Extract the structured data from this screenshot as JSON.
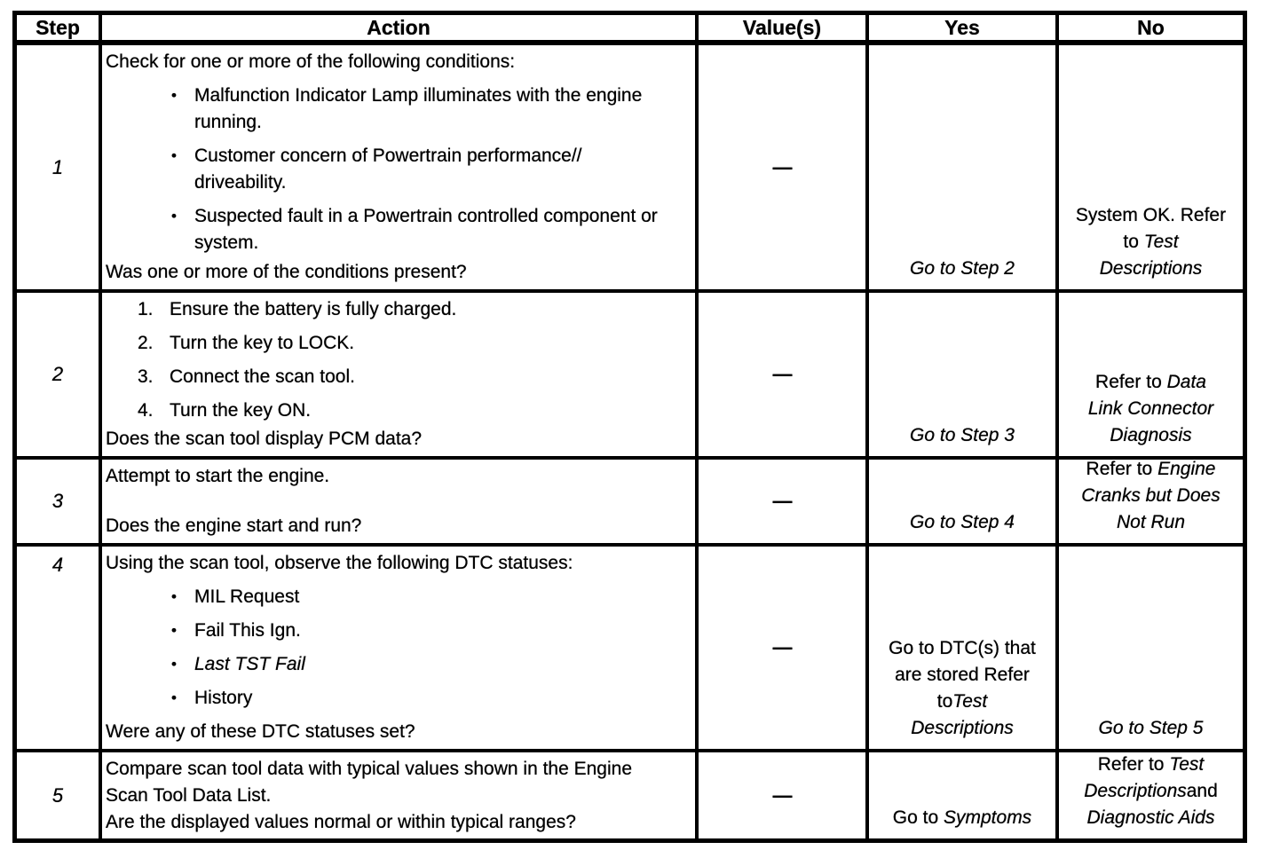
{
  "document_type": "diagnostic-step-table",
  "table": {
    "headers": [
      "Step",
      "Action",
      "Value(s)",
      "Yes",
      "No"
    ],
    "rows": [
      {
        "step": "1",
        "action": [
          {
            "k": "p",
            "segs": [
              [
                "Check for one or more of the following conditions:",
                0
              ]
            ]
          },
          {
            "k": "b",
            "segs": [
              [
                "Malfunction Indicator Lamp illuminates with the engine running.",
                0
              ]
            ]
          },
          {
            "k": "b",
            "segs": [
              [
                "Customer concern of Powertrain performance//​driveability.",
                0
              ]
            ]
          },
          {
            "k": "b",
            "segs": [
              [
                "Suspected fault in a Powertrain controlled component or system.",
                0
              ]
            ]
          },
          {
            "k": "q",
            "segs": [
              [
                "Was one or more of the conditions present?",
                0
              ]
            ]
          }
        ],
        "value": "—",
        "yes": [
          [
            [
              "Go to Step 2",
              1
            ]
          ]
        ],
        "no": [
          [
            [
              "System OK. Refer",
              0
            ]
          ],
          [
            [
              "to ",
              0
            ],
            [
              "Test",
              1
            ]
          ],
          [
            [
              "Descriptions",
              1
            ]
          ]
        ]
      },
      {
        "step": "2",
        "action": [
          {
            "k": "n",
            "n": "1.",
            "segs": [
              [
                "Ensure the battery is fully charged.",
                0
              ]
            ]
          },
          {
            "k": "n",
            "n": "2.",
            "segs": [
              [
                "Turn the key to LOCK.",
                0
              ]
            ]
          },
          {
            "k": "n",
            "n": "3.",
            "segs": [
              [
                "Connect the scan tool.",
                0
              ]
            ]
          },
          {
            "k": "n",
            "n": "4.",
            "segs": [
              [
                "Turn the key ON.",
                0
              ]
            ]
          },
          {
            "k": "q",
            "segs": [
              [
                "Does the scan tool display PCM data?",
                0
              ]
            ]
          }
        ],
        "value": "—",
        "yes": [
          [
            [
              "Go to Step 3",
              1
            ]
          ]
        ],
        "no": [
          [
            [
              "Refer to ",
              0
            ],
            [
              "Data",
              1
            ]
          ],
          [
            [
              "Link Connector",
              1
            ]
          ],
          [
            [
              "Diagnosis",
              1
            ]
          ]
        ]
      },
      {
        "step": "3",
        "action": [
          {
            "k": "p",
            "segs": [
              [
                "Attempt to start the engine.",
                0
              ]
            ]
          },
          {
            "k": "q",
            "segs": [
              [
                "Does the engine start and run?",
                0
              ]
            ]
          }
        ],
        "value": "—",
        "yes": [
          [
            [
              "Go to Step 4",
              1
            ]
          ]
        ],
        "no": [
          [
            [
              "Refer to ",
              0
            ],
            [
              "Engine",
              1
            ]
          ],
          [
            [
              "Cranks but Does",
              1
            ]
          ],
          [
            [
              "Not Run",
              1
            ]
          ]
        ]
      },
      {
        "step": "4",
        "action": [
          {
            "k": "p",
            "segs": [
              [
                "Using the scan tool, observe the following DTC statuses:",
                0
              ]
            ]
          },
          {
            "k": "b",
            "segs": [
              [
                "MIL Request",
                0
              ]
            ]
          },
          {
            "k": "b",
            "segs": [
              [
                "Fail This Ign.",
                0
              ]
            ]
          },
          {
            "k": "b",
            "segs": [
              [
                "Last TST Fail",
                1
              ]
            ]
          },
          {
            "k": "b",
            "segs": [
              [
                "History",
                0
              ]
            ]
          },
          {
            "k": "q",
            "segs": [
              [
                "Were any of these DTC statuses set?",
                0
              ]
            ]
          }
        ],
        "value": "—",
        "yes": [
          [
            [
              "Go to DTC(s) that",
              0
            ]
          ],
          [
            [
              "are stored Refer",
              0
            ]
          ],
          [
            [
              "to",
              0
            ],
            [
              "Test",
              1
            ]
          ],
          [
            [
              "Descriptions",
              1
            ]
          ]
        ],
        "no": [
          [
            [
              "Go to Step 5",
              1
            ]
          ]
        ]
      },
      {
        "step": "5",
        "action": [
          {
            "k": "p",
            "segs": [
              [
                "Compare scan tool data with typical values shown in the Engine Scan Tool Data List.",
                0
              ]
            ]
          },
          {
            "k": "q",
            "segs": [
              [
                "Are the displayed values normal or within typical ranges?",
                0
              ]
            ]
          }
        ],
        "value": "—",
        "yes": [
          [
            [
              "Go to ",
              0
            ],
            [
              "Symptoms",
              1
            ]
          ]
        ],
        "no": [
          [
            [
              "Refer to ",
              0
            ],
            [
              "Test",
              1
            ]
          ],
          [
            [
              "Descriptions",
              1
            ],
            [
              "and",
              0
            ]
          ],
          [
            [
              "Diagnostic Aids",
              1
            ]
          ]
        ]
      }
    ]
  }
}
